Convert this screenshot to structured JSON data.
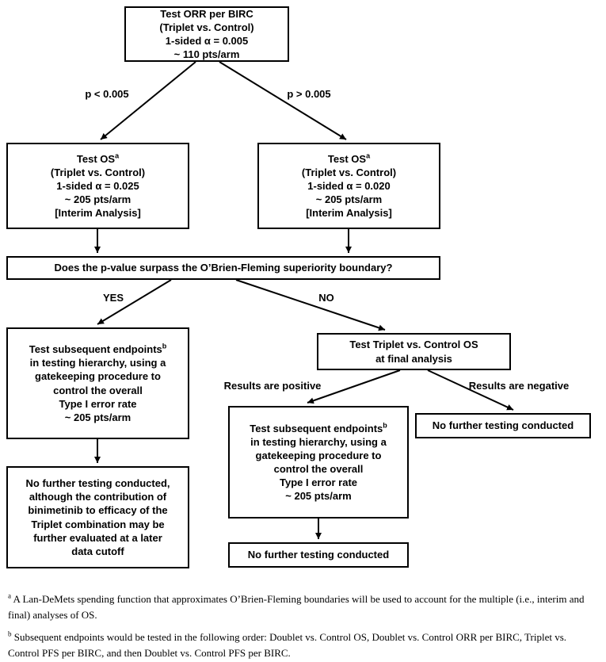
{
  "accent_color": "#000000",
  "boxes": {
    "test_orr": {
      "lines": [
        "Test ORR per BIRC",
        "(Triplet vs. Control)",
        "1-sided α = 0.005",
        "~ 110 pts/arm"
      ]
    },
    "os_left": {
      "title": "Test OS",
      "sup": "a",
      "lines": [
        "(Triplet vs. Control)",
        "1-sided α = 0.025",
        "~ 205 pts/arm",
        "[Interim Analysis]"
      ]
    },
    "os_right": {
      "title": "Test OS",
      "sup": "a",
      "lines": [
        "(Triplet vs. Control)",
        "1-sided α = 0.020",
        "~ 205 pts/arm",
        "[Interim Analysis]"
      ]
    },
    "obf_question": "Does the p-value surpass the O’Brien-Fleming superiority boundary?",
    "subsequent_left": {
      "title": "Test subsequent endpoints",
      "sup": "b",
      "lines": [
        "in testing hierarchy, using a",
        "gatekeeping procedure to",
        "control the overall",
        "Type I error rate",
        "~ 205 pts/arm"
      ]
    },
    "final_os": {
      "lines": [
        "Test Triplet vs. Control OS",
        "at final analysis"
      ]
    },
    "subsequent_mid": {
      "title": "Test subsequent endpoints",
      "sup": "b",
      "lines": [
        "in testing hierarchy, using a",
        "gatekeeping procedure to",
        "control the overall",
        "Type I error rate",
        "~ 205 pts/arm"
      ]
    },
    "no_further_right": "No further testing conducted",
    "no_further_left": {
      "lines": [
        "No further testing conducted,",
        "although the contribution of",
        "binimetinib to efficacy of the",
        "Triplet combination may be",
        "further evaluated at a later",
        "data cutoff"
      ]
    },
    "no_further_mid": "No further testing conducted"
  },
  "edge_labels": {
    "p_less": "p < 0.005",
    "p_greater": "p > 0.005",
    "yes": "YES",
    "no": "NO",
    "results_positive": "Results are positive",
    "results_negative": "Results are negative"
  },
  "footnotes": {
    "a_marker": "a",
    "a_text": " A Lan-DeMets spending function that approximates O’Brien-Fleming boundaries will be used to account for the multiple (i.e., interim and final) analyses of OS.",
    "b_marker": "b",
    "b_text": " Subsequent endpoints would be tested in the following order: Doublet vs. Control OS, Doublet vs. Control ORR per BIRC, Triplet vs. Control PFS per BIRC, and then Doublet vs. Control PFS per BIRC."
  }
}
